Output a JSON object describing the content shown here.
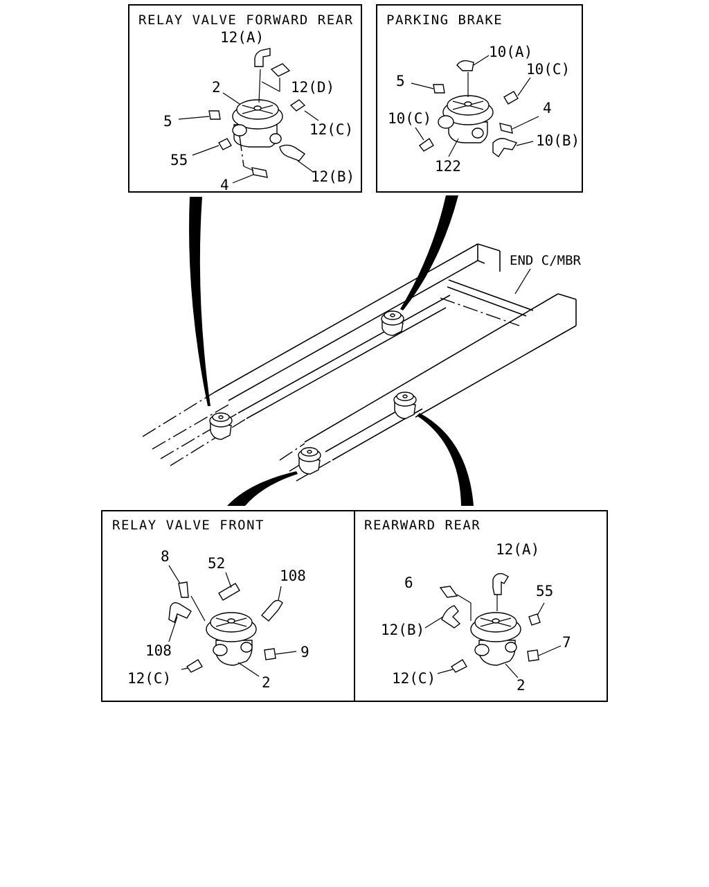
{
  "panels": {
    "forward_rear": {
      "title": "RELAY VALVE FORWARD REAR",
      "labels": [
        "12(A)",
        "12(D)",
        "2",
        "5",
        "12(C)",
        "55",
        "12(B)",
        "4"
      ]
    },
    "parking_brake": {
      "title": "PARKING BRAKE",
      "labels": [
        "10(A)",
        "10(C)",
        "5",
        "4",
        "10(C)",
        "10(B)",
        "122"
      ]
    },
    "front": {
      "title": "RELAY VALVE FRONT",
      "labels": [
        "8",
        "52",
        "108",
        "108",
        "9",
        "12(C)",
        "2"
      ]
    },
    "rearward_rear": {
      "title": "REARWARD REAR",
      "labels": [
        "12(A)",
        "6",
        "55",
        "12(B)",
        "7",
        "12(C)",
        "2"
      ]
    }
  },
  "frame": {
    "label": "END C/MBR"
  }
}
